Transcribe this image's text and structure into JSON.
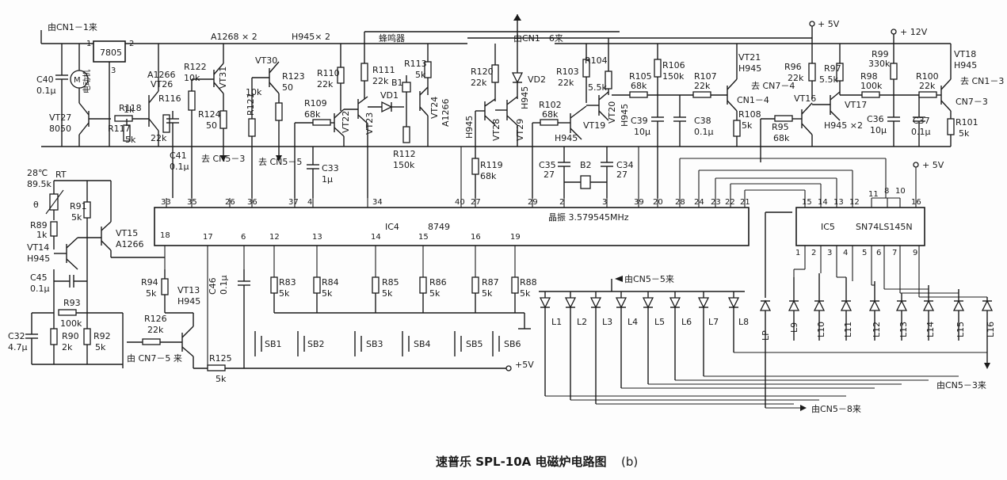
{
  "caption": {
    "title": "速普乐 SPL-10A 电磁炉电路图",
    "sub": "(b)"
  },
  "ic4": {
    "ref": "IC4",
    "part": "8749",
    "crystal": "晶振 3.579545MHz",
    "top_pins": [
      "33",
      "35",
      "26",
      "36",
      "37",
      "4",
      "34",
      "40",
      "27",
      "29",
      "2",
      "3",
      "39",
      "20",
      "28",
      "24",
      "23",
      "22",
      "21"
    ],
    "bottom_pins": [
      "18",
      "17",
      "6",
      "12",
      "13",
      "14",
      "15",
      "16",
      "19"
    ]
  },
  "ic5": {
    "ref": "IC5",
    "part": "SN74LS145N",
    "top_pins": [
      "15",
      "14",
      "13",
      "12",
      "11",
      "8",
      "10",
      "16"
    ],
    "bottom_pins": [
      "1",
      "2",
      "3",
      "4",
      "5",
      "6",
      "7",
      "9"
    ]
  },
  "regulator": {
    "label": "7805",
    "pin1": "1",
    "pin2": "2",
    "pin3": "3"
  },
  "rails": {
    "v5_a": "+ 5V",
    "v12": "+ 12V",
    "v5_b": "+ 5V",
    "v5_c": "+5V"
  },
  "connections": {
    "cn1_1": "由CN1－1来",
    "cn1_6": "由CN1－6来",
    "cn7_4": "去 CN7－4",
    "cn1_4": "CN1－4",
    "cn1_3": "去 CN1－3",
    "cn7_3": "CN7－3",
    "cn5_3a": "去 CN5－3",
    "cn5_5a": "去 CN5－5",
    "cn7_5": "由 CN7－5 来",
    "cn5_5b": "由CN5－5来",
    "cn5_8": "由CN5－8来",
    "cn5_3b": "由CN5－3来",
    "buzzer": "蜂鸣器",
    "a1268": "A1268 × 2",
    "h945x2": "H945× 2",
    "motor": "电动机"
  },
  "resistors": [
    {
      "ref": "R118",
      "val": "1k"
    },
    {
      "ref": "R116",
      "val": ""
    },
    {
      "ref": "R117",
      "val": "5k"
    },
    {
      "ref": "R122",
      "val": "10k"
    },
    {
      "ref": "R124",
      "val": "50"
    },
    {
      "ref": "R123",
      "val": "50"
    },
    {
      "ref": "R121",
      "val": "10k"
    },
    {
      "ref": "R110",
      "val": "22k"
    },
    {
      "ref": "R109",
      "val": "68k"
    },
    {
      "ref": "R111",
      "val": "22k"
    },
    {
      "ref": "R113",
      "val": "5k"
    },
    {
      "ref": "R112",
      "val": "150k"
    },
    {
      "ref": "R120",
      "val": "22k"
    },
    {
      "ref": "R119",
      "val": "68k"
    },
    {
      "ref": "R103",
      "val": "22k"
    },
    {
      "ref": "R104",
      "val": "5.5k"
    },
    {
      "ref": "R102",
      "val": "68k"
    },
    {
      "ref": "R105",
      "val": "68k"
    },
    {
      "ref": "R106",
      "val": "150k"
    },
    {
      "ref": "R107",
      "val": "22k"
    },
    {
      "ref": "R108",
      "val": "5k"
    },
    {
      "ref": "R96",
      "val": "22k"
    },
    {
      "ref": "R97",
      "val": "5.5k"
    },
    {
      "ref": "R95",
      "val": "68k"
    },
    {
      "ref": "R99",
      "val": "330k"
    },
    {
      "ref": "R98",
      "val": "100k"
    },
    {
      "ref": "R100",
      "val": "22k"
    },
    {
      "ref": "R101",
      "val": "5k"
    },
    {
      "ref": "R91",
      "val": "5k"
    },
    {
      "ref": "R89",
      "val": "1k"
    },
    {
      "ref": "R93",
      "val": "100k"
    },
    {
      "ref": "R90",
      "val": "2k"
    },
    {
      "ref": "R92",
      "val": "5k"
    },
    {
      "ref": "R94",
      "val": "5k"
    },
    {
      "ref": "R126",
      "val": "22k"
    },
    {
      "ref": "R125",
      "val": "5k"
    },
    {
      "ref": "R83",
      "val": "5k"
    },
    {
      "ref": "R84",
      "val": "5k"
    },
    {
      "ref": "R85",
      "val": "5k"
    },
    {
      "ref": "R86",
      "val": "5k"
    },
    {
      "ref": "R87",
      "val": "5k"
    },
    {
      "ref": "R88",
      "val": "5k"
    }
  ],
  "capacitors": [
    {
      "ref": "C40",
      "val": "0.1μ"
    },
    {
      "ref": "C41",
      "val": "0.1μ"
    },
    {
      "ref": "C33",
      "val": "1μ"
    },
    {
      "ref": "C35",
      "val": "27"
    },
    {
      "ref": "C34",
      "val": "27"
    },
    {
      "ref": "C39",
      "val": "10μ"
    },
    {
      "ref": "C38",
      "val": "0.1μ"
    },
    {
      "ref": "C36",
      "val": "10μ"
    },
    {
      "ref": "C37",
      "val": "0.1μ"
    },
    {
      "ref": "C45",
      "val": "0.1μ"
    },
    {
      "ref": "C32",
      "val": "4.7μ"
    },
    {
      "ref": "C46",
      "val": "0.1μ"
    }
  ],
  "transistors": [
    {
      "ref": "VT27",
      "type": "8050"
    },
    {
      "ref": "VT26",
      "type": "A1266"
    },
    {
      "ref": "VT31",
      "type": ""
    },
    {
      "ref": "VT30",
      "type": ""
    },
    {
      "ref": "VT22",
      "type": ""
    },
    {
      "ref": "VT23",
      "type": ""
    },
    {
      "ref": "VT24",
      "type": "A1266"
    },
    {
      "ref": "VT28",
      "type": "H945"
    },
    {
      "ref": "VT29",
      "type": "H945"
    },
    {
      "ref": "VT19",
      "type": "H945"
    },
    {
      "ref": "VT20",
      "type": "H945"
    },
    {
      "ref": "VT21",
      "type": "H945"
    },
    {
      "ref": "VT16",
      "type": ""
    },
    {
      "ref": "VT17",
      "type": "H945 ×2"
    },
    {
      "ref": "VT18",
      "type": "H945"
    },
    {
      "ref": "VT15",
      "type": "A1266"
    },
    {
      "ref": "VT14",
      "type": "H945"
    },
    {
      "ref": "VT13",
      "type": "H945"
    }
  ],
  "misc": {
    "b1": "B1",
    "b2": "B2",
    "vd1": "VD1",
    "vd2": "VD2",
    "rt": "RT",
    "rt_temp": "28℃",
    "rt_val": "89.5k",
    "theta": "θ"
  },
  "switches": [
    "SB1",
    "SB2",
    "SB3",
    "SB4",
    "SB5",
    "SB6"
  ],
  "leds_row1": [
    "L1",
    "L2",
    "L3",
    "L4",
    "L5",
    "L6",
    "L7",
    "L8"
  ],
  "leds_row2": [
    "LP",
    "L9",
    "L10",
    "L11",
    "L12",
    "L13",
    "L14",
    "L15",
    "L16"
  ]
}
